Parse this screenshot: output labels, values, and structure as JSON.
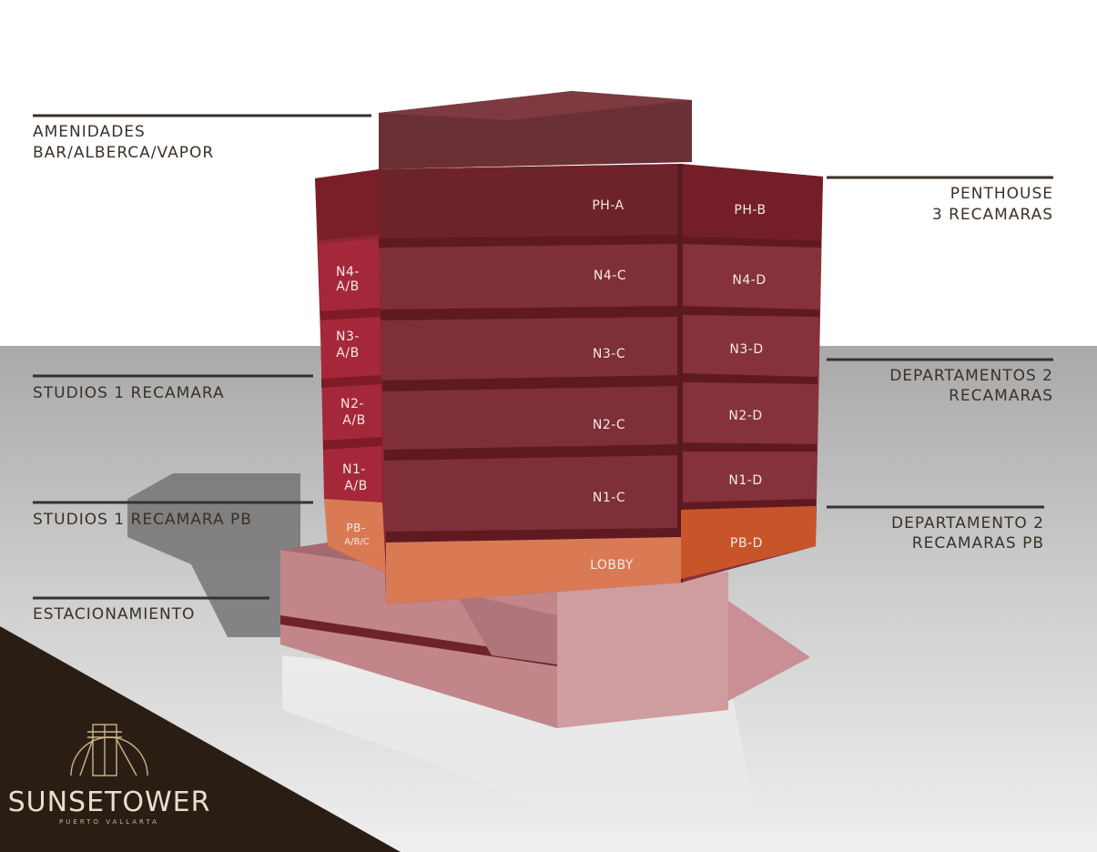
{
  "labels_left": [
    {
      "id": "amenidades",
      "lines": [
        "AMENIDADES",
        "BAR/ALBERCA/VAPOR"
      ]
    },
    {
      "id": "studios",
      "lines": [
        "STUDIOS 1 RECAMARA"
      ]
    },
    {
      "id": "studios-pb",
      "lines": [
        "STUDIOS 1 RECAMARA PB"
      ]
    },
    {
      "id": "estacionamiento",
      "lines": [
        "ESTACIONAMIENTO"
      ]
    }
  ],
  "labels_right": [
    {
      "id": "penthouse",
      "lines": [
        "PENTHOUSE",
        "3 RECAMARAS"
      ]
    },
    {
      "id": "departamentos",
      "lines": [
        "DEPARTAMENTOS 2",
        "RECAMARAS"
      ]
    },
    {
      "id": "departamento-pb",
      "lines": [
        "DEPARTAMENTO 2",
        "RECAMARAS PB"
      ]
    }
  ],
  "units": {
    "ph_a": "PH-A",
    "ph_b": "PH-B",
    "n4_ab": [
      "N4-",
      "A/B"
    ],
    "n4_c": "N4-C",
    "n4_d": "N4-D",
    "n3_ab": [
      "N3-",
      "A/B"
    ],
    "n3_c": "N3-C",
    "n3_d": "N3-D",
    "n2_ab": [
      "N2-",
      "A/B"
    ],
    "n2_c": "N2-C",
    "n2_d": "N2-D",
    "n1_ab": [
      "N1-",
      "A/B"
    ],
    "n1_c": "N1-C",
    "n1_d": "N1-D",
    "pb_abc": [
      "PB-",
      "A/B/C"
    ],
    "lobby": "LOBBY",
    "pb_d": "PB-D"
  },
  "brand": {
    "name": "SUNSETOWER",
    "subtitle": "PUERTO VALLARTA"
  },
  "colors": {
    "floor_maroon": "#7e2f37",
    "penthouse": "#6e232a",
    "amenity_box": "#6a3035",
    "side_red": "#a5283a",
    "lobby_orange": "#d97a55",
    "pb_d_orange": "#c8552a",
    "parking_pink": "#c2868a",
    "ground_grey": "#bdbdbd",
    "brand_dark": "#2a1e14",
    "line_dark": "#3a3129"
  }
}
